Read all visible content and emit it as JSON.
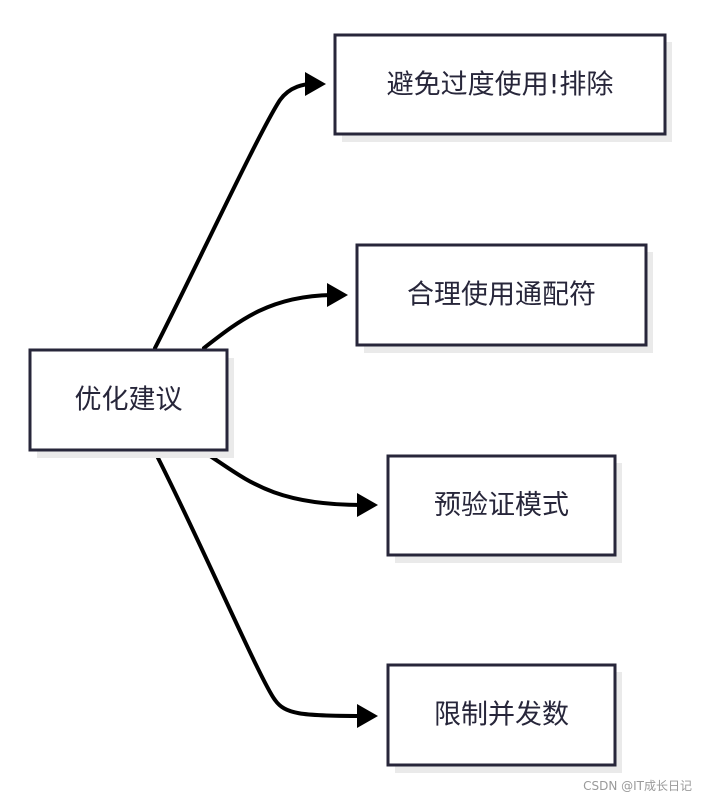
{
  "diagram": {
    "root": {
      "label": "优化建议"
    },
    "children": [
      {
        "label": "避免过度使用!排除"
      },
      {
        "label": "合理使用通配符"
      },
      {
        "label": "预验证模式"
      },
      {
        "label": "限制并发数"
      }
    ]
  },
  "watermark": {
    "text": "CSDN @IT成长日记"
  },
  "colors": {
    "box_border": "#27263a",
    "text": "#27263a",
    "edge": "#000000",
    "shadow": "#eaeaea"
  }
}
